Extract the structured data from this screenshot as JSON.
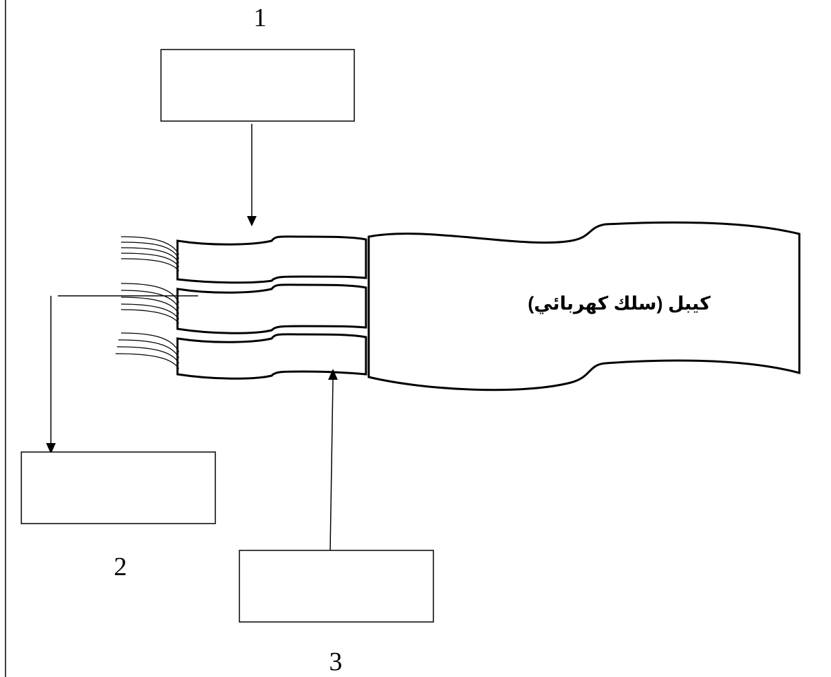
{
  "labels": {
    "box1_number": "1",
    "box2_number": "2",
    "box3_number": "3",
    "cable": "كيبل (سلك كهربائي)"
  },
  "boxes": {
    "box1_text": "",
    "box2_text": "",
    "box3_text": ""
  },
  "colors": {
    "stroke": "#000000",
    "background": "#ffffff"
  }
}
